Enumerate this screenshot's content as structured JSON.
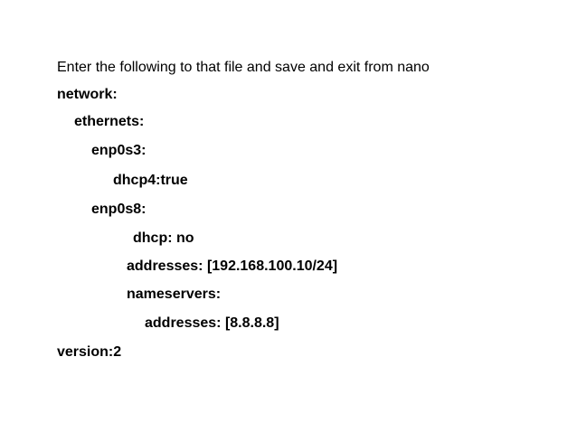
{
  "slide": {
    "intro": "Enter the following to that file and save and exit from nano",
    "lines": [
      "network:",
      "ethernets:",
      "enp0s3:",
      "dhcp4:true",
      "enp0s8:",
      "dhcp: no",
      "addresses: [192.168.100.10/24]",
      "nameservers:",
      "addresses: [8.8.8.8]",
      "version:2"
    ]
  }
}
